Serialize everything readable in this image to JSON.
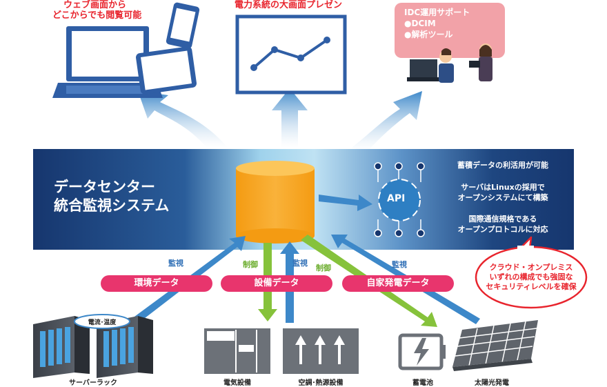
{
  "top": {
    "web_label_line1": "ウェブ画面から",
    "web_label_line2": "どこからでも閲覧可能",
    "presentation_label": "電力系統の大画面プレゼン",
    "idc_line1": "IDC運用サポート",
    "idc_line2": "●DCIM",
    "idc_line3": "●解析ツール"
  },
  "band": {
    "title_line1": "データセンター",
    "title_line2": "統合監視システム",
    "api_label": "API",
    "feature1": "蓄積データの利活用が可能",
    "feature2_line1": "サーバはLinuxの採用で",
    "feature2_line2": "オープンシステムにて構築",
    "feature3_line1": "国際通信規格である",
    "feature3_line2": "オープンプロトコルに対応"
  },
  "bubble": {
    "line1": "クラウド・オンプレミス",
    "line2": "いずれの構成でも強固な",
    "line3": "セキュリティレベルを確保"
  },
  "flows": {
    "monitor1": "監視",
    "control1": "制御",
    "monitor2": "監視",
    "control2": "制御",
    "monitor3": "監視"
  },
  "categories": {
    "env": "環境データ",
    "equip": "設備データ",
    "gen": "自家発電データ"
  },
  "devices": {
    "server_tag": "電流･温度",
    "server": "サーバーラック",
    "electrical": "電気設備",
    "hvac": "空調･熱源設備",
    "battery": "蓄電池",
    "solar": "太陽光発電"
  },
  "colors": {
    "band_dark": "#16366e",
    "band_light": "#bfe2f3",
    "arrow_blue": "#3d88c9",
    "arrow_green": "#86c23b",
    "pill_pink": "#e8356d",
    "cylinder": "#f7a51c",
    "accent_red": "#e8242d"
  }
}
